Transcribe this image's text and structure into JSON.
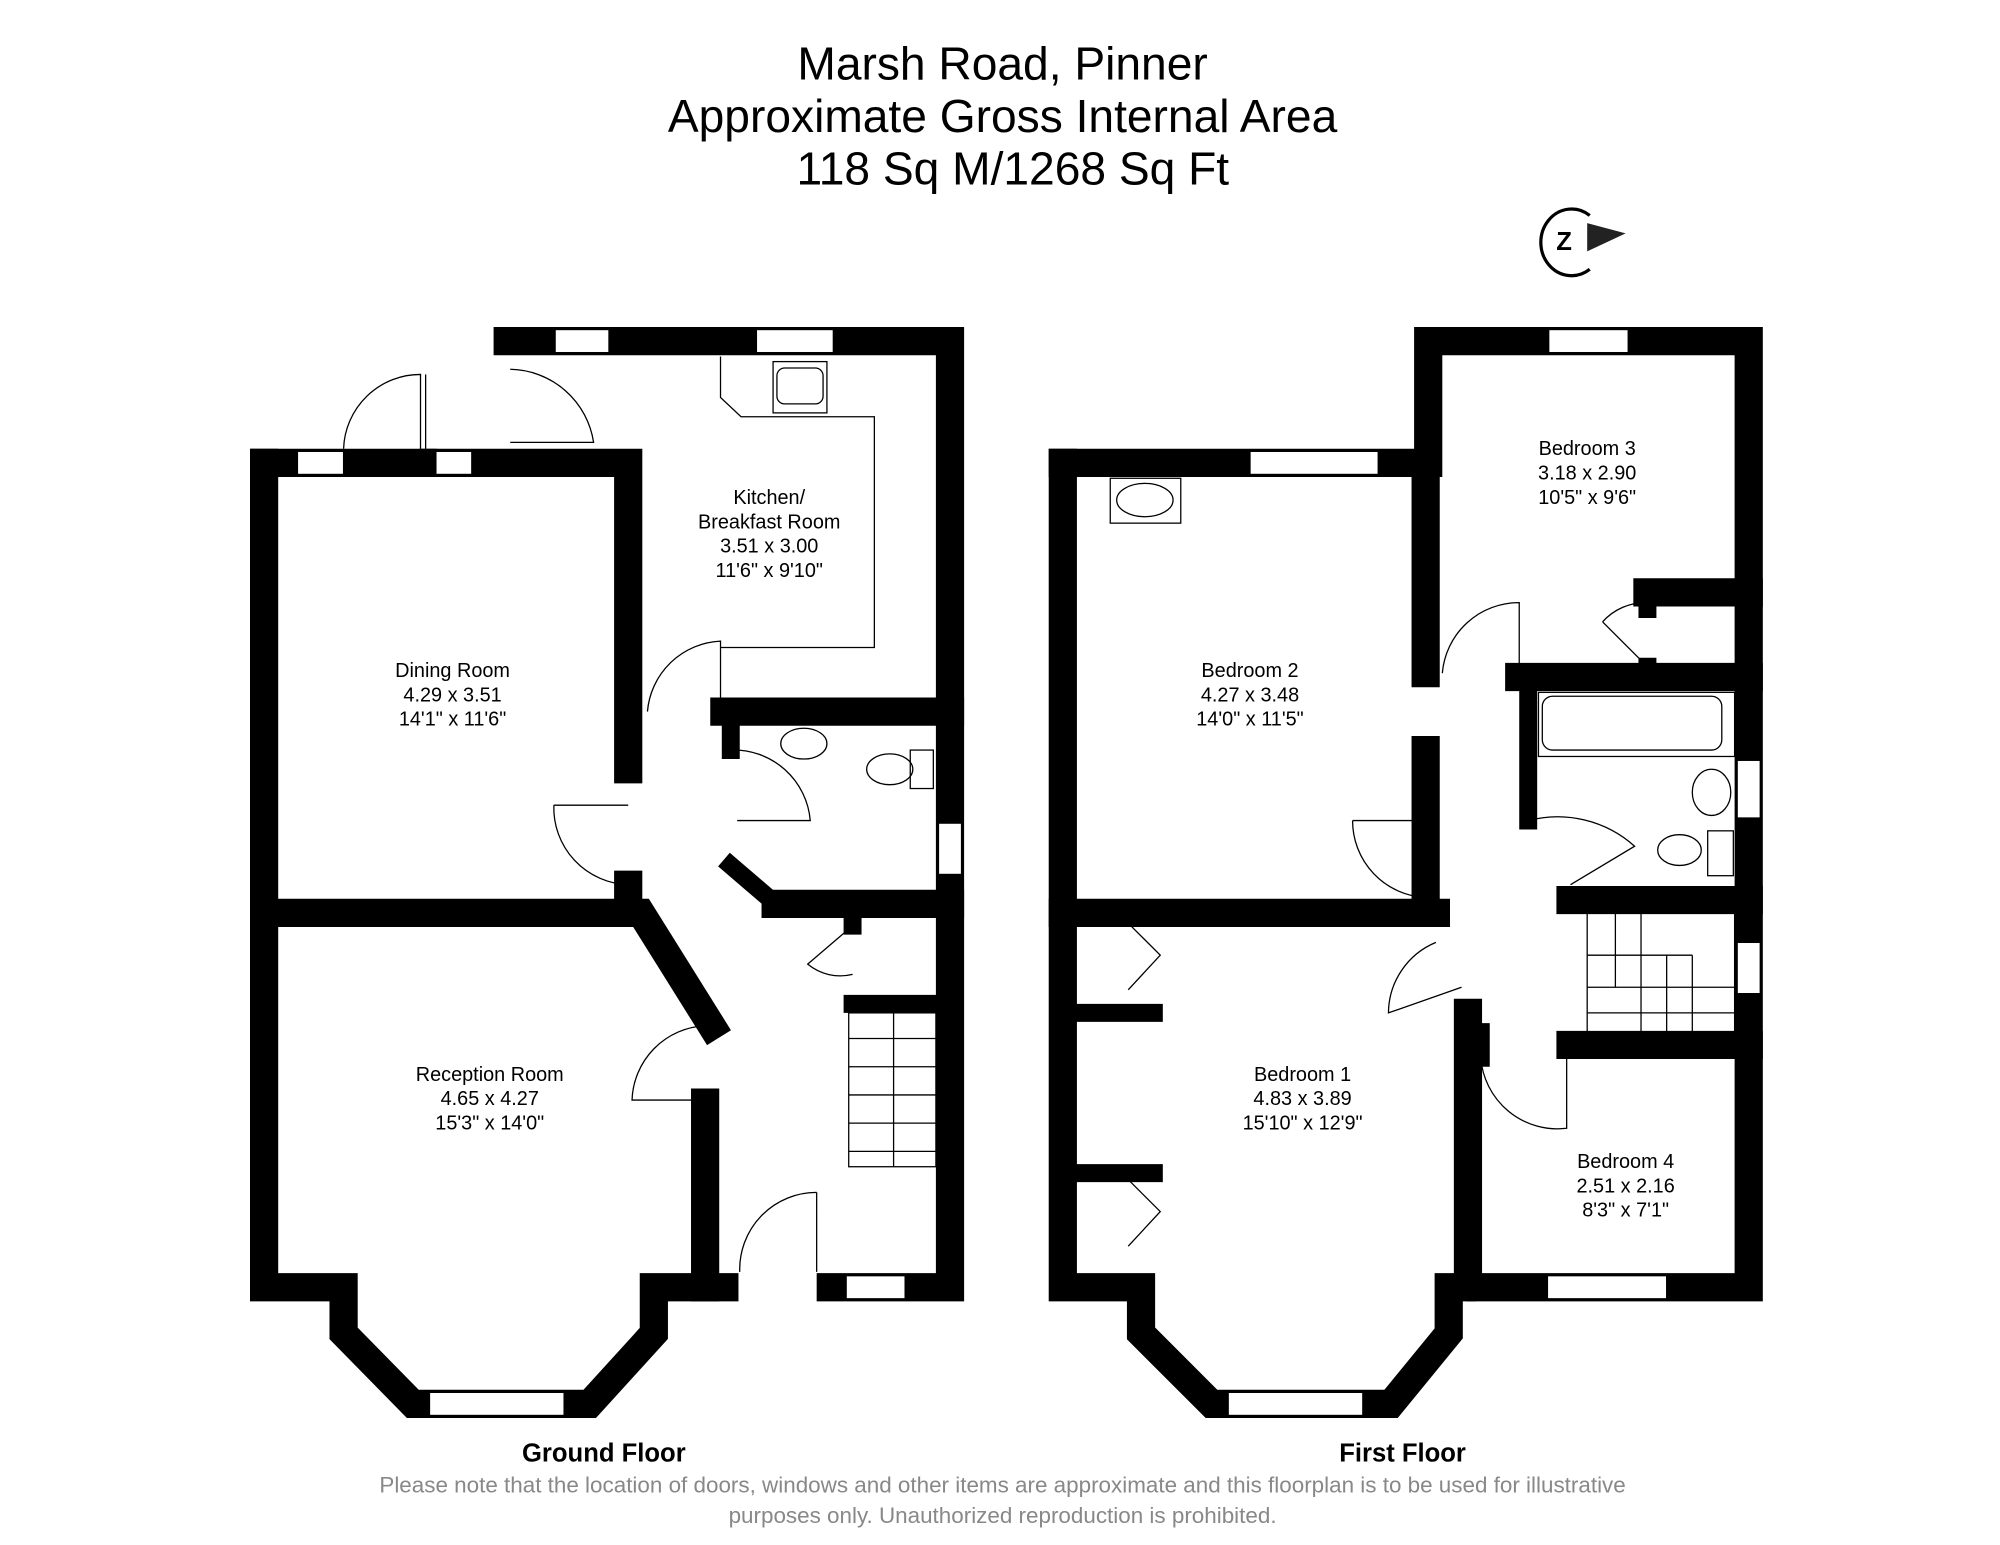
{
  "header": {
    "title": "Marsh Road, Pinner",
    "subtitle": "Approximate Gross Internal Area",
    "area": "118 Sq M/1268 Sq Ft"
  },
  "compass": {
    "letter": "N",
    "icon": "north-arrow-icon"
  },
  "ground_floor": {
    "label": "Ground Floor",
    "rooms": [
      {
        "name": "Kitchen/",
        "name2": "Breakfast Room",
        "metric": "3.51 x 3.00",
        "imperial": "11'6\" x 9'10\""
      },
      {
        "name": "Dining Room",
        "metric": "4.29 x 3.51",
        "imperial": "14'1\" x 11'6\""
      },
      {
        "name": "Reception Room",
        "metric": "4.65 x 4.27",
        "imperial": "15'3\" x 14'0\""
      }
    ]
  },
  "first_floor": {
    "label": "First Floor",
    "rooms": [
      {
        "name": "Bedroom 3",
        "metric": "3.18 x 2.90",
        "imperial": "10'5\" x 9'6\""
      },
      {
        "name": "Bedroom 2",
        "metric": "4.27 x 3.48",
        "imperial": "14'0\" x 11'5\""
      },
      {
        "name": "Bedroom 1",
        "metric": "4.83 x 3.89",
        "imperial": "15'10\" x 12'9\""
      },
      {
        "name": "Bedroom 4",
        "metric": "2.51 x 2.16",
        "imperial": "8'3\" x 7'1\""
      }
    ]
  },
  "disclaimer": {
    "line1": "Please note that the location of doors, windows and other items are approximate and this floorplan is to be used for illustrative",
    "line2": "purposes only. Unauthorized reproduction is prohibited."
  }
}
